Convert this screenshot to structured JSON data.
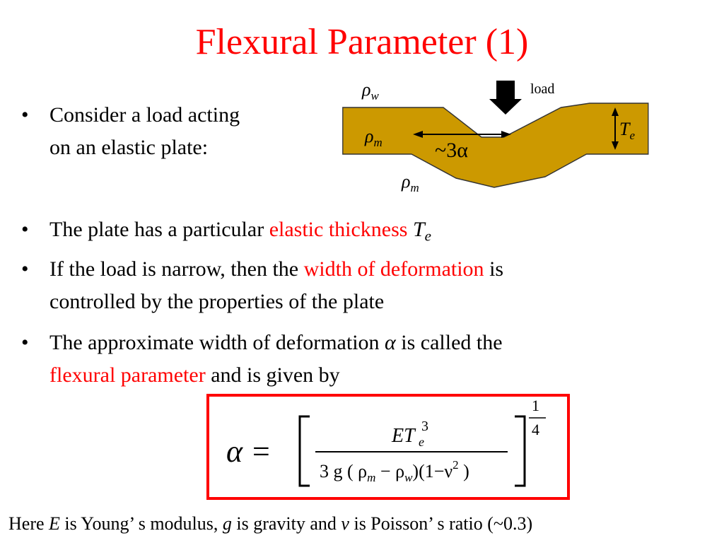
{
  "slide": {
    "title": "Flexural Parameter (1)",
    "bullet1": {
      "line1": "Consider a load acting",
      "line2": "on an elastic  plate:"
    },
    "bullet2": {
      "text": "The plate has a particular ",
      "highlight": "elastic thickness",
      "symbol": "T",
      "sub": "e"
    },
    "bullet3": {
      "text1": "If the load is narrow, then the ",
      "highlight": "width of deformation",
      "text2": " is",
      "line2": "controlled by the properties of the plate"
    },
    "bullet4": {
      "text1": "The approximate width of deformation ",
      "symbol": "α",
      "text2": " is called the",
      "highlight": "flexural parameter",
      "text3": " and is given by"
    },
    "bullet_char": "•"
  },
  "diagram": {
    "rho": "ρ",
    "sub_w": "w",
    "sub_m": "m",
    "load": "load",
    "width_label": "~3α",
    "thickness_symbol": "T",
    "thickness_sub": "e",
    "plate_color": "#cc9900"
  },
  "formula": {
    "lhs": "α =",
    "numerator": "ET",
    "num_sup": "3",
    "num_sub": "e",
    "denominator": "3 g ( ρ",
    "den_m": "m",
    "den_minus": " − ρ",
    "den_w": "w",
    "den_tail": ")(1−ν",
    "den_sup": "2",
    "den_close": " )",
    "exp_num": "1",
    "exp_den": "4"
  },
  "footnote": {
    "t1": "Here ",
    "E": "E",
    "t2": " is Young",
    "apos": "’",
    "t3": " s modulus, ",
    "g": "g",
    "t4": " is gravity and ",
    "nu": "ν",
    "t5": " is Poisson",
    "t6": " s ratio (~0.3)"
  },
  "colors": {
    "accent": "#ff0000",
    "plate": "#cc9900",
    "text": "#000000"
  }
}
